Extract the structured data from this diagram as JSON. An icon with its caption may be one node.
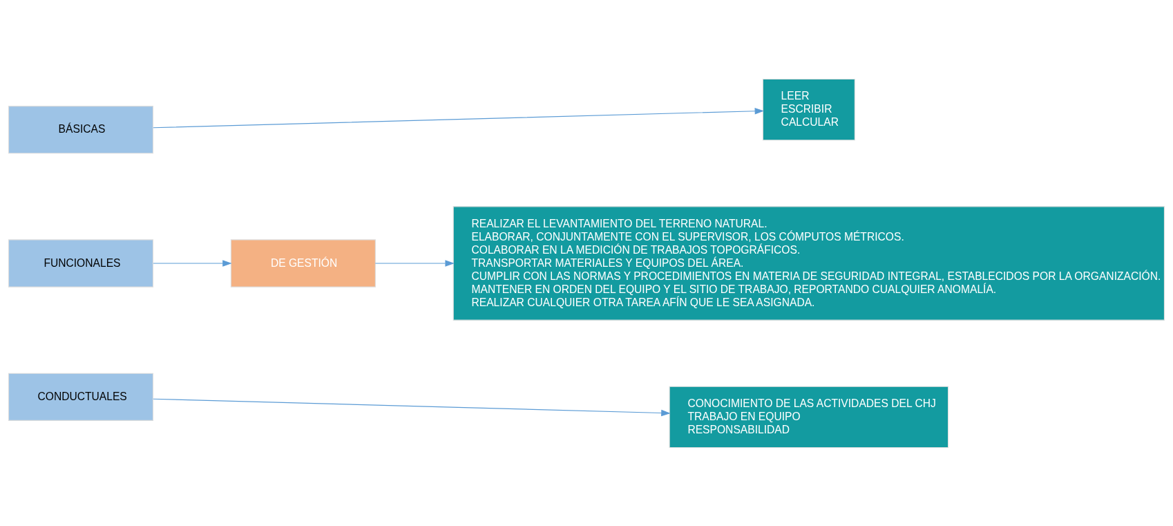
{
  "diagram": {
    "nodes": [
      {
        "text": [
          "BÁSICAS"
        ]
      },
      {
        "text": [
          "LEER",
          "ESCRIBIR",
          "CALCULAR"
        ]
      },
      {
        "text": [
          "FUNCIONALES"
        ]
      },
      {
        "text": [
          "DE GESTIÓN"
        ]
      },
      {
        "text": [
          "REALIZAR EL LEVANTAMIENTO DEL TERRENO NATURAL.",
          "ELABORAR, CONJUNTAMENTE CON EL SUPERVISOR, LOS CÓMPUTOS MÉTRICOS.",
          "COLABORAR EN LA MEDICIÓN DE TRABAJOS TOPOGRÁFICOS.",
          "TRANSPORTAR MATERIALES Y EQUIPOS DEL ÁREA.",
          "CUMPLIR CON LAS NORMAS Y PROCEDIMIENTOS EN MATERIA DE SEGURIDAD INTEGRAL, ESTABLECIDOS POR LA ORGANIZACIÓN.",
          "MANTENER EN ORDEN DEL EQUIPO Y EL SITIO DE TRABAJO, REPORTANDO CUALQUIER ANOMALÍA.",
          "REALIZAR CUALQUIER OTRA TAREA AFÍN QUE LE SEA ASIGNADA."
        ]
      },
      {
        "text": [
          "CONDUCTUALES"
        ]
      },
      {
        "text": [
          "CONOCIMIENTO DE LAS ACTIVIDADES DEL CHJ",
          "TRABAJO EN EQUIPO",
          "RESPONSABILIDAD"
        ]
      }
    ],
    "edges": [
      {
        "from": 0,
        "to": 1,
        "arrow": "to"
      },
      {
        "from": 2,
        "to": 3,
        "arrow": "to"
      },
      {
        "from": 3,
        "to": 4,
        "arrow": "to"
      },
      {
        "from": 5,
        "to": 6,
        "arrow": "to"
      }
    ]
  }
}
